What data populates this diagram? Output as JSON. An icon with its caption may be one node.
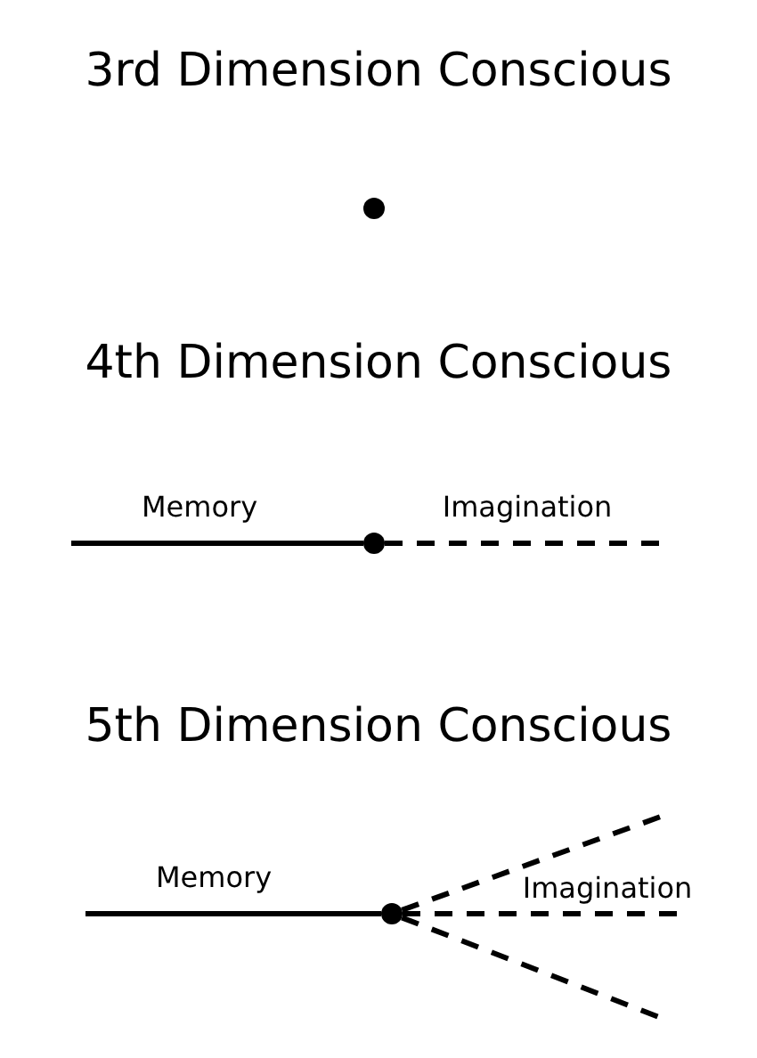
{
  "diagram": {
    "nodes": [
      {
        "text": [],
        "shape": "circle"
      },
      {
        "text": [],
        "shape": "circle"
      },
      {
        "text": [],
        "shape": "circle"
      }
    ],
    "edges": [
      {
        "from": null,
        "to": 1,
        "arrow": "none",
        "label": "Memory"
      },
      {
        "from": 1,
        "to": null,
        "arrow": "none",
        "label": "Imagination",
        "style": "dashed"
      },
      {
        "from": null,
        "to": 2,
        "arrow": "none",
        "label": "Memory"
      },
      {
        "from": 2,
        "to": null,
        "arrow": "none",
        "style": "dashed"
      },
      {
        "from": 2,
        "to": null,
        "arrow": "none",
        "label": "Imagination",
        "style": "dashed"
      },
      {
        "from": 2,
        "to": null,
        "arrow": "none",
        "style": "dashed"
      }
    ],
    "labels": [
      "3rd Dimension Conscious",
      "4th Dimension Conscious",
      "5th Dimension Conscious"
    ]
  }
}
